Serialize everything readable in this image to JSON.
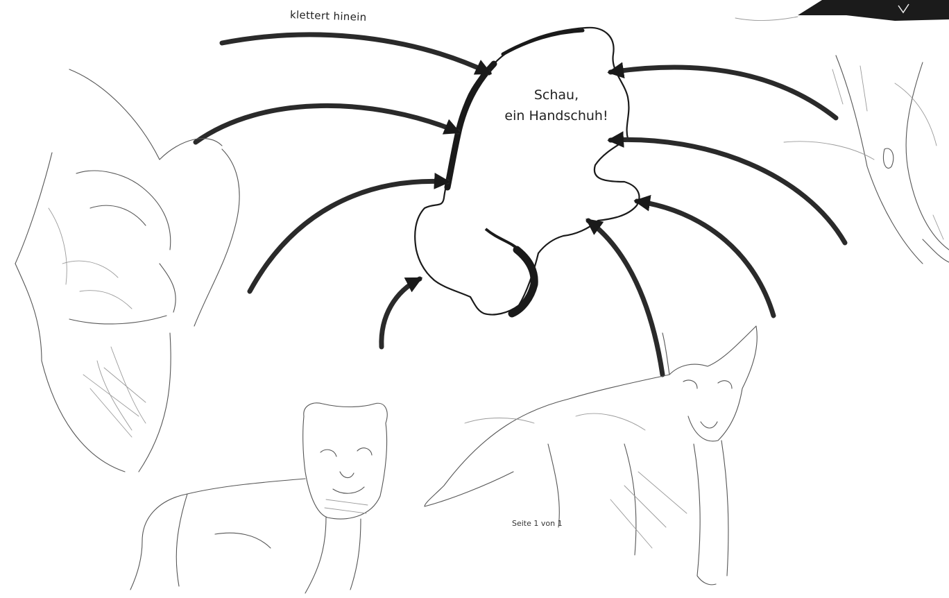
{
  "labels": {
    "arrow_label": "klettert hinein",
    "glove_line1": "Schau,",
    "glove_line2": "ein Handschuh!",
    "page_footer": "Seite 1 von 1"
  },
  "colors": {
    "arrow": "#2a2a2a",
    "glove_outline": "#1a1a1a",
    "sketch": "#555555"
  },
  "icons": [
    "wolf-sketch",
    "deer-sketch",
    "lion-cub-sketch",
    "fox-sketch",
    "glove-outline"
  ]
}
